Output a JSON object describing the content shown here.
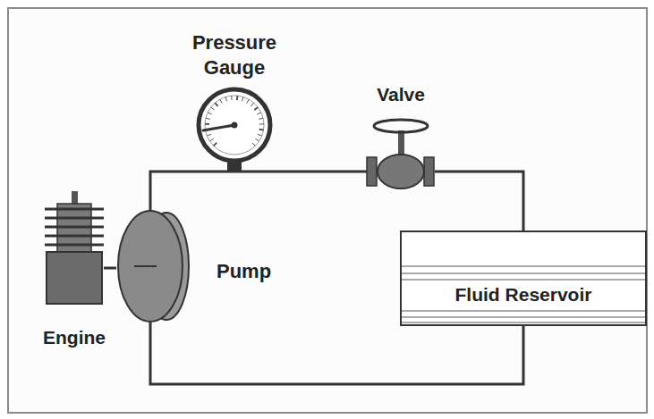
{
  "diagram": {
    "nodes": [
      {
        "text": [
          "Pressure Gauge"
        ]
      },
      {
        "text": [
          "Valve"
        ]
      },
      {
        "text": [
          "Engine"
        ]
      },
      {
        "text": [
          "Pump"
        ]
      },
      {
        "text": [
          "Fluid Reservoir"
        ]
      }
    ],
    "edges": [
      {
        "from": 3,
        "to": 0,
        "arrow": "none"
      },
      {
        "from": 0,
        "to": 1,
        "arrow": "none"
      },
      {
        "from": 1,
        "to": 4,
        "arrow": "none"
      },
      {
        "from": 4,
        "to": 3,
        "arrow": "none"
      },
      {
        "from": 2,
        "to": 3,
        "arrow": "none"
      }
    ]
  }
}
